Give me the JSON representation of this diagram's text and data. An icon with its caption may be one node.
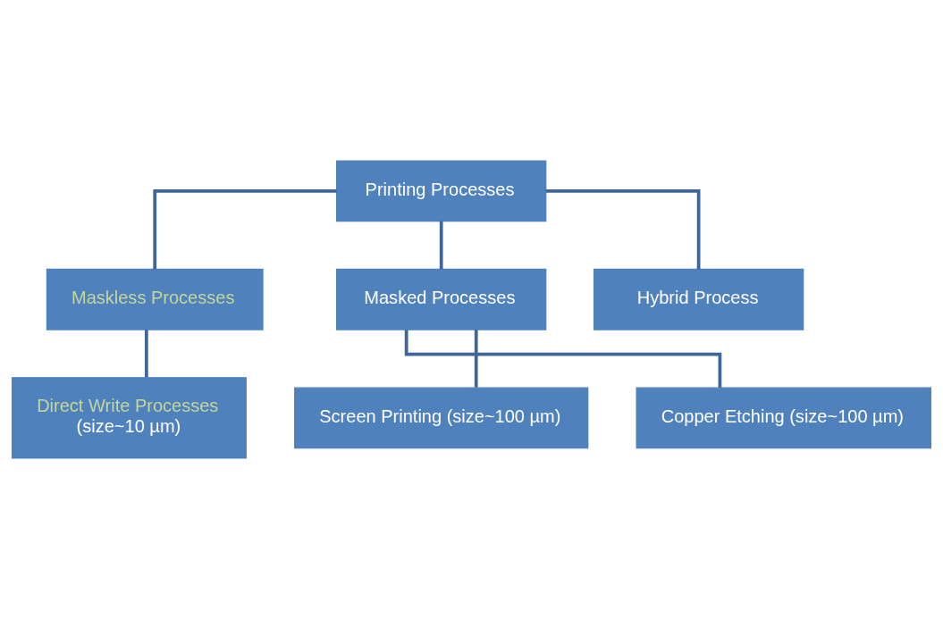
{
  "diagram": {
    "nodes": [
      {
        "text": [
          "Printing Processes"
        ]
      },
      {
        "text": [
          "Maskless Processes"
        ]
      },
      {
        "text": [
          "Masked Processes"
        ]
      },
      {
        "text": [
          "Direct Write Processes",
          "(size~10 µm)"
        ]
      },
      {
        "text": [
          "Screen Printing (size~100 µm)"
        ]
      },
      {
        "text": [
          "Copper Etching (size~100 µm)"
        ]
      },
      {
        "text": [
          "Hybrid Process"
        ]
      }
    ],
    "edges": [
      {
        "from": 0,
        "to": 1,
        "arrow": "none"
      },
      {
        "from": 0,
        "to": 2,
        "arrow": "none"
      },
      {
        "from": 0,
        "to": 6,
        "arrow": "none"
      },
      {
        "from": 1,
        "to": 3,
        "arrow": "none"
      },
      {
        "from": 2,
        "to": 4,
        "arrow": "none"
      },
      {
        "from": 2,
        "to": 5,
        "arrow": "none"
      }
    ]
  }
}
